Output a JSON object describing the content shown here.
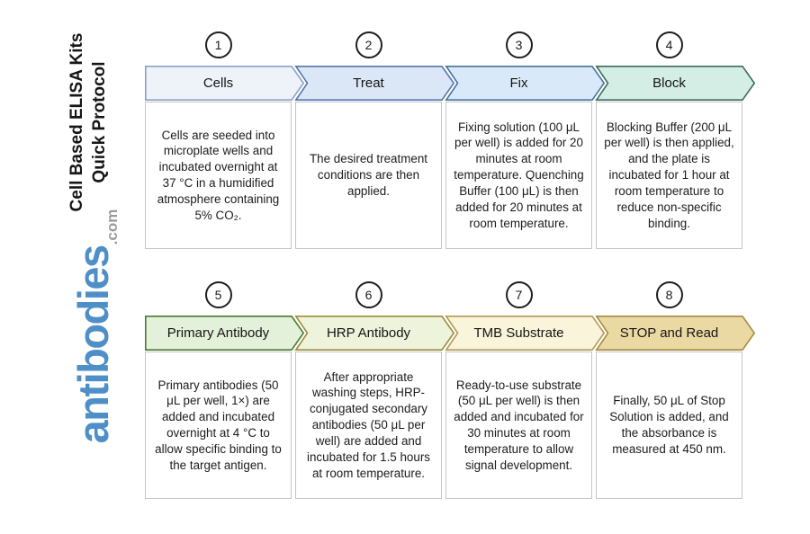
{
  "branding": {
    "title_line1": "Cell Based ELISA Kits",
    "title_line2": "Quick Protocol",
    "logo_text": "antibodies",
    "logo_suffix": ".com",
    "logo_color": "#4e8fc7",
    "logo_suffix_color": "#9b9b9b"
  },
  "colors": {
    "panel_border": "#c6c6c6",
    "circle_border": "#1f1f1f",
    "background": "#ffffff"
  },
  "steps": [
    {
      "number": "1",
      "label": "Cells",
      "description": "Cells are seeded into microplate wells and incubated overnight at 37 °C in a humidified atmosphere containing 5% CO₂.",
      "fill": "#eef3fa",
      "border": "#8aa2c8"
    },
    {
      "number": "2",
      "label": "Treat",
      "description": "The desired treatment conditions are then applied.",
      "fill": "#dbe6f7",
      "border": "#5577ae"
    },
    {
      "number": "3",
      "label": "Fix",
      "description": "Fixing solution (100 μL per well) is added for 20 minutes at room temperature. Quenching Buffer (100 μL) is then added for 20 minutes at room temperature.",
      "fill": "#d9e9f9",
      "border": "#48759e"
    },
    {
      "number": "4",
      "label": "Block",
      "description": "Blocking Buffer (200 μL per well) is then applied, and the plate is incubated for 1 hour at room temperature to reduce non-specific binding.",
      "fill": "#d5eee5",
      "border": "#3c6b5e"
    },
    {
      "number": "5",
      "label": "Primary Antibody",
      "description": "Primary antibodies (50 μL per well, 1×) are added and incubated overnight at 4 °C to allow specific binding to the target antigen.",
      "fill": "#e4f1da",
      "border": "#4a7a30"
    },
    {
      "number": "6",
      "label": "HRP Antibody",
      "description": "After appropriate washing steps, HRP-conjugated secondary antibodies (50 μL per well) are added and incubated for 1.5 hours at room temperature.",
      "fill": "#eef3dc",
      "border": "#9d8c3a"
    },
    {
      "number": "7",
      "label": "TMB Substrate",
      "description": "Ready-to-use substrate (50 μL per well) is then added and incubated for 30 minutes at room temperature to allow signal development.",
      "fill": "#f9f4da",
      "border": "#b29a55"
    },
    {
      "number": "8",
      "label": "STOP and Read",
      "description": "Finally, 50 μL of Stop Solution is added, and the absorbance is measured at 450 nm.",
      "fill": "#ebd9a4",
      "border": "#a78b40"
    }
  ]
}
